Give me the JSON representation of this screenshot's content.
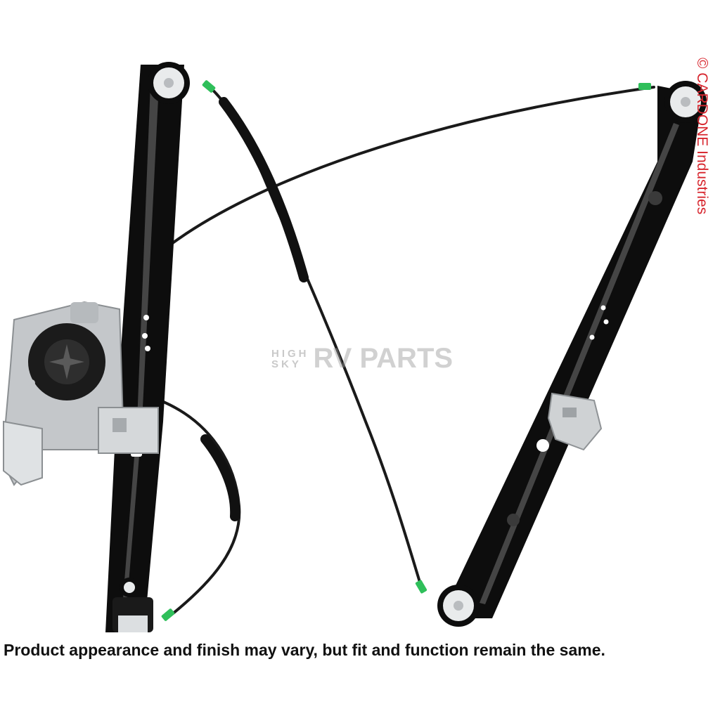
{
  "image": {
    "subject": "window-regulator-with-motor",
    "background": "#ffffff",
    "colors": {
      "rail": "#0d0d0d",
      "rail_highlight": "#6a6a6a",
      "cable": "#1a1a1a",
      "pulley": "#e9ebec",
      "ferrule": "#2fbf5a",
      "motor_housing": "#c4c7ca",
      "motor_cover": "#1b1b1b",
      "watermark": "#9a9a9a",
      "copyright": "#d7262e"
    }
  },
  "watermark": {
    "line1": "HIGH",
    "line2": "SKY",
    "brand": "RV PARTS"
  },
  "copyright": "© CARDONE Industries",
  "disclaimer": "Product appearance and finish may vary, but fit and function remain the same."
}
